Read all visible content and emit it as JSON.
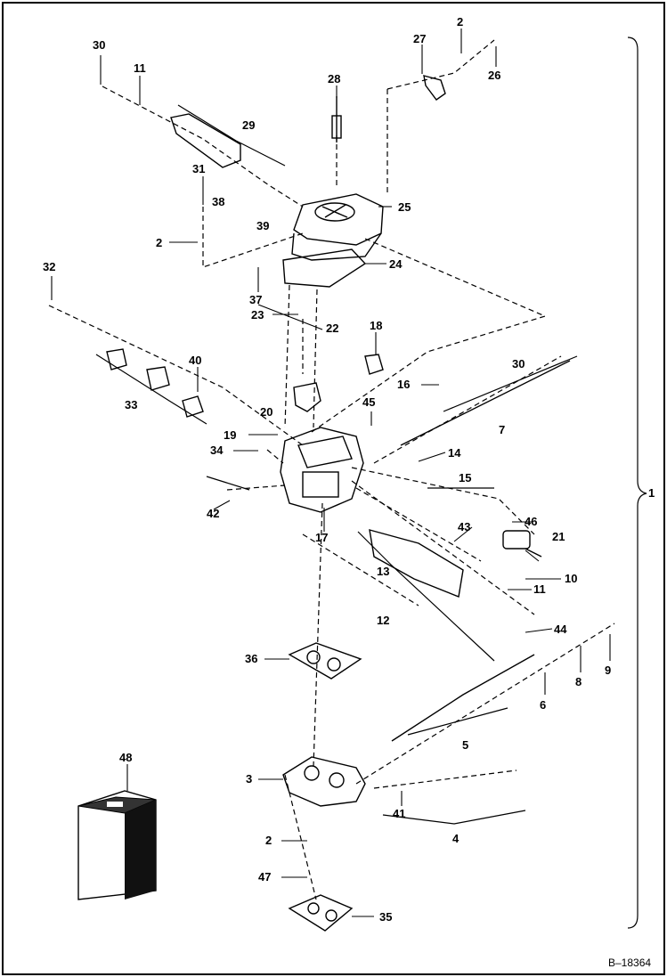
{
  "figure": {
    "reference": "B–18364",
    "callouts": [
      {
        "id": "c1",
        "text": "1"
      },
      {
        "id": "c2a",
        "text": "2"
      },
      {
        "id": "c2b",
        "text": "2"
      },
      {
        "id": "c2c",
        "text": "2"
      },
      {
        "id": "c3",
        "text": "3"
      },
      {
        "id": "c4",
        "text": "4"
      },
      {
        "id": "c5",
        "text": "5"
      },
      {
        "id": "c6",
        "text": "6"
      },
      {
        "id": "c7",
        "text": "7"
      },
      {
        "id": "c8",
        "text": "8"
      },
      {
        "id": "c9",
        "text": "9"
      },
      {
        "id": "c10",
        "text": "10"
      },
      {
        "id": "c11a",
        "text": "11"
      },
      {
        "id": "c11b",
        "text": "11"
      },
      {
        "id": "c12",
        "text": "12"
      },
      {
        "id": "c13",
        "text": "13"
      },
      {
        "id": "c14",
        "text": "14"
      },
      {
        "id": "c15",
        "text": "15"
      },
      {
        "id": "c16",
        "text": "16"
      },
      {
        "id": "c17",
        "text": "17"
      },
      {
        "id": "c18",
        "text": "18"
      },
      {
        "id": "c19",
        "text": "19"
      },
      {
        "id": "c20",
        "text": "20"
      },
      {
        "id": "c21",
        "text": "21"
      },
      {
        "id": "c22",
        "text": "22"
      },
      {
        "id": "c23",
        "text": "23"
      },
      {
        "id": "c24",
        "text": "24"
      },
      {
        "id": "c25",
        "text": "25"
      },
      {
        "id": "c26",
        "text": "26"
      },
      {
        "id": "c27",
        "text": "27"
      },
      {
        "id": "c28",
        "text": "28"
      },
      {
        "id": "c29",
        "text": "29"
      },
      {
        "id": "c30a",
        "text": "30"
      },
      {
        "id": "c30b",
        "text": "30"
      },
      {
        "id": "c31",
        "text": "31"
      },
      {
        "id": "c32",
        "text": "32"
      },
      {
        "id": "c33",
        "text": "33"
      },
      {
        "id": "c34",
        "text": "34"
      },
      {
        "id": "c35",
        "text": "35"
      },
      {
        "id": "c36",
        "text": "36"
      },
      {
        "id": "c37",
        "text": "37"
      },
      {
        "id": "c38",
        "text": "38"
      },
      {
        "id": "c39",
        "text": "39"
      },
      {
        "id": "c40",
        "text": "40"
      },
      {
        "id": "c41",
        "text": "41"
      },
      {
        "id": "c42",
        "text": "42"
      },
      {
        "id": "c43",
        "text": "43"
      },
      {
        "id": "c44",
        "text": "44"
      },
      {
        "id": "c45",
        "text": "45"
      },
      {
        "id": "c46",
        "text": "46"
      },
      {
        "id": "c47",
        "text": "47"
      },
      {
        "id": "c48",
        "text": "48"
      }
    ]
  }
}
